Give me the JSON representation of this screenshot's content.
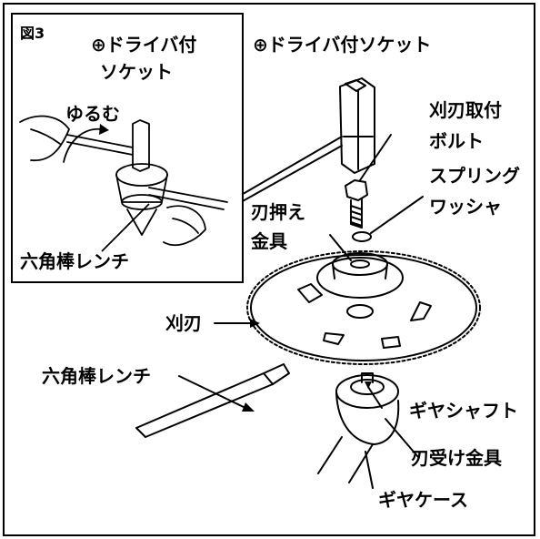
{
  "figure_label": "図3",
  "inset": {
    "socket_line1": "⊕ドライバ付",
    "socket_line2": "ソケット",
    "loosen": "ゆるむ",
    "hex_wrench": "六角棒レンチ"
  },
  "labels": {
    "socket": "⊕ドライバ付ソケット",
    "bolt_line1": "刈刃取付",
    "bolt_line2": "ボルト",
    "washer_line1": "スプリング",
    "washer_line2": "ワッシャ",
    "holder_line1": "刃押え",
    "holder_line2": "金具",
    "blade": "刈刃",
    "hex_wrench": "六角棒レンチ",
    "gear_shaft": "ギヤシャフト",
    "blade_receiver": "刃受け金具",
    "gear_case": "ギヤケース"
  }
}
